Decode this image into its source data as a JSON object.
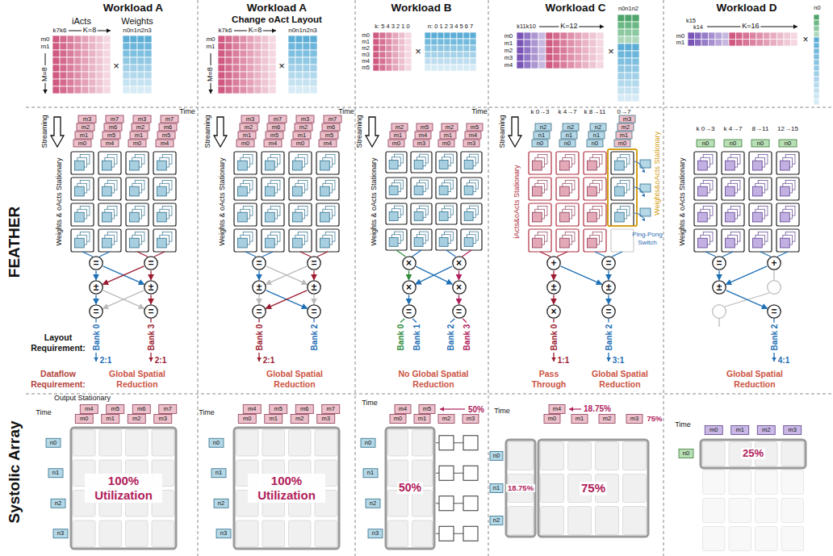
{
  "diagram": {
    "nodes": [
      {
        "text": [
          "="
        ]
      },
      {
        "text": [
          "="
        ]
      },
      {
        "text": [
          "±"
        ]
      },
      {
        "text": [
          "±"
        ]
      },
      {
        "text": [
          "="
        ]
      },
      {
        "text": [
          "="
        ]
      },
      {
        "text": [
          "="
        ]
      },
      {
        "text": [
          "="
        ]
      },
      {
        "text": [
          "±"
        ]
      },
      {
        "text": [
          "±"
        ]
      },
      {
        "text": [
          "="
        ]
      },
      {
        "text": [
          "="
        ]
      },
      {
        "text": [
          "×"
        ]
      },
      {
        "text": [
          "×"
        ]
      },
      {
        "text": [
          "×"
        ]
      },
      {
        "text": [
          "×"
        ]
      },
      {
        "text": [
          "="
        ]
      },
      {
        "text": [
          "="
        ]
      },
      {
        "text": [
          "+"
        ]
      },
      {
        "text": [
          "="
        ]
      },
      {
        "text": [
          "±"
        ]
      },
      {
        "text": [
          "±"
        ]
      },
      {
        "text": [
          "×"
        ]
      },
      {
        "text": [
          "="
        ]
      },
      {
        "text": [
          "="
        ]
      },
      {
        "text": [
          "+"
        ]
      },
      {
        "text": [
          "±"
        ]
      },
      {
        "text": [
          "="
        ]
      }
    ],
    "edges": [
      {
        "from": 0,
        "to": 2,
        "arrow": "to"
      },
      {
        "from": 0,
        "to": 3,
        "arrow": "to"
      },
      {
        "from": 1,
        "to": 2,
        "arrow": "to"
      },
      {
        "from": 1,
        "to": 3,
        "arrow": "to"
      },
      {
        "from": 2,
        "to": 4,
        "arrow": "to"
      },
      {
        "from": 2,
        "to": 5,
        "arrow": "to"
      },
      {
        "from": 3,
        "to": 4,
        "arrow": "to"
      },
      {
        "from": 3,
        "to": 5,
        "arrow": "to"
      },
      {
        "from": 6,
        "to": 8,
        "arrow": "to"
      },
      {
        "from": 6,
        "to": 9,
        "arrow": "to"
      },
      {
        "from": 7,
        "to": 8,
        "arrow": "to"
      },
      {
        "from": 7,
        "to": 9,
        "arrow": "to"
      },
      {
        "from": 8,
        "to": 10,
        "arrow": "to"
      },
      {
        "from": 8,
        "to": 11,
        "arrow": "to"
      },
      {
        "from": 9,
        "to": 10,
        "arrow": "to"
      },
      {
        "from": 9,
        "to": 11,
        "arrow": "to"
      },
      {
        "from": 12,
        "to": 14,
        "arrow": "to"
      },
      {
        "from": 12,
        "to": 15,
        "arrow": "to"
      },
      {
        "from": 13,
        "to": 14,
        "arrow": "to"
      },
      {
        "from": 13,
        "to": 15,
        "arrow": "to"
      },
      {
        "from": 14,
        "to": 16,
        "arrow": "to"
      },
      {
        "from": 15,
        "to": 17,
        "arrow": "to"
      },
      {
        "from": 18,
        "to": 20,
        "arrow": "to"
      },
      {
        "from": 18,
        "to": 21,
        "arrow": "to"
      },
      {
        "from": 19,
        "to": 21,
        "arrow": "to"
      },
      {
        "from": 20,
        "to": 22,
        "arrow": "to"
      },
      {
        "from": 21,
        "to": 23,
        "arrow": "to"
      },
      {
        "from": 24,
        "to": 26,
        "arrow": "to"
      },
      {
        "from": 25,
        "to": 26,
        "arrow": "to"
      },
      {
        "from": 26,
        "to": 27,
        "arrow": "to"
      }
    ],
    "labels": [
      "FEATHER",
      "Systolic Array",
      "Layout Requirement:",
      "Dataflow Requirement:",
      "Output Stationary",
      "Workload A",
      "iActs",
      "Weights",
      "k7k6",
      "K=8",
      "n0n1n2n3",
      "m0",
      "m1",
      "M=8",
      "×",
      "Streaming",
      "Weights & oActs Stationary",
      "Time",
      "m3",
      "m2",
      "m1",
      "m0",
      "m7",
      "m6",
      "m5",
      "m4",
      "m3",
      "m2",
      "m1",
      "m0",
      "m7",
      "m6",
      "m5",
      "m4",
      "Bank 0",
      "Bank 3",
      "2:1",
      "2:1",
      "Global Spatial Reduction",
      "Time",
      "m4",
      "m5",
      "m6",
      "m7",
      "m0",
      "m1",
      "m2",
      "m3",
      "n0",
      "n1",
      "n2",
      "n3",
      "100% Utilization",
      "Workload A",
      "Change oAct Layout",
      "k7k6",
      "K=8",
      "n0n1n2n3",
      "m0",
      "m1",
      "M=8",
      "×",
      "Streaming",
      "Weights & oActs Stationary",
      "Time",
      "m3",
      "m2",
      "m1",
      "m0",
      "m7",
      "m6",
      "m5",
      "m4",
      "m3",
      "m2",
      "m1",
      "m0",
      "m7",
      "m6",
      "m5",
      "m4",
      "Bank 0",
      "Bank 2",
      "2:1",
      "Global Spatial Reduction",
      "Time",
      "m4",
      "m5",
      "m6",
      "m7",
      "m0",
      "m1",
      "m2",
      "m3",
      "n0",
      "n1",
      "n2",
      "n3",
      "100% Utilization",
      "Workload B",
      "k: 5 4 3 2 1 0",
      "n: 0 1 2 3 4 5 6 7",
      "m0",
      "m1",
      "m2",
      "m3",
      "m4",
      "m5",
      "×",
      "Streaming",
      "Weights & oActs Stationary",
      "Time",
      "m2",
      "m1",
      "m0",
      "m5",
      "m4",
      "m3",
      "m2",
      "m1",
      "m0",
      "m5",
      "m4",
      "m3",
      "Bank 0",
      "Bank 1",
      "Bank 2",
      "Bank 3",
      "No Global Spatial Reduction",
      "Time",
      "m4",
      "m5",
      "m0",
      "m1",
      "m2",
      "m3",
      "50%",
      "n0",
      "n1",
      "n2",
      "n3",
      "50%",
      "Workload C",
      "n0n1n2",
      "k11k10",
      "K=12",
      "m0",
      "m1",
      "m2",
      "m3",
      "m4",
      "×",
      "Streaming",
      "iActs&oActs Stationary",
      "Weights&oActs Stationary",
      "k 0→3",
      "k 4→7",
      "k 8→11",
      "0→7",
      "n2",
      "n1",
      "n0",
      "n2",
      "n1",
      "n0",
      "n2",
      "n1",
      "n0",
      "m3",
      "m2",
      "m1",
      "m0",
      "Ping-Pong Switch",
      "Bank 0",
      "Bank 2",
      "1:1",
      "3:1",
      "Pass Through",
      "Global Spatial Reduction",
      "Time",
      "m4",
      "18.75%",
      "m0",
      "m1",
      "m2",
      "m3",
      "75%",
      "n0",
      "n1",
      "n2",
      "18.75%",
      "75%",
      "Workload D",
      "n0",
      "k15",
      "k14",
      "K=16",
      "m0",
      "m1",
      "×",
      "Weights & oActs Stationary",
      "k 0→3",
      "k 4→7",
      "8→11",
      "12→15",
      "n0",
      "n0",
      "n0",
      "n0",
      "Bank 2",
      "4:1",
      "Global Spatial Reduction",
      "Time",
      "m0",
      "m1",
      "m2",
      "m3",
      "n0",
      "25%"
    ]
  }
}
